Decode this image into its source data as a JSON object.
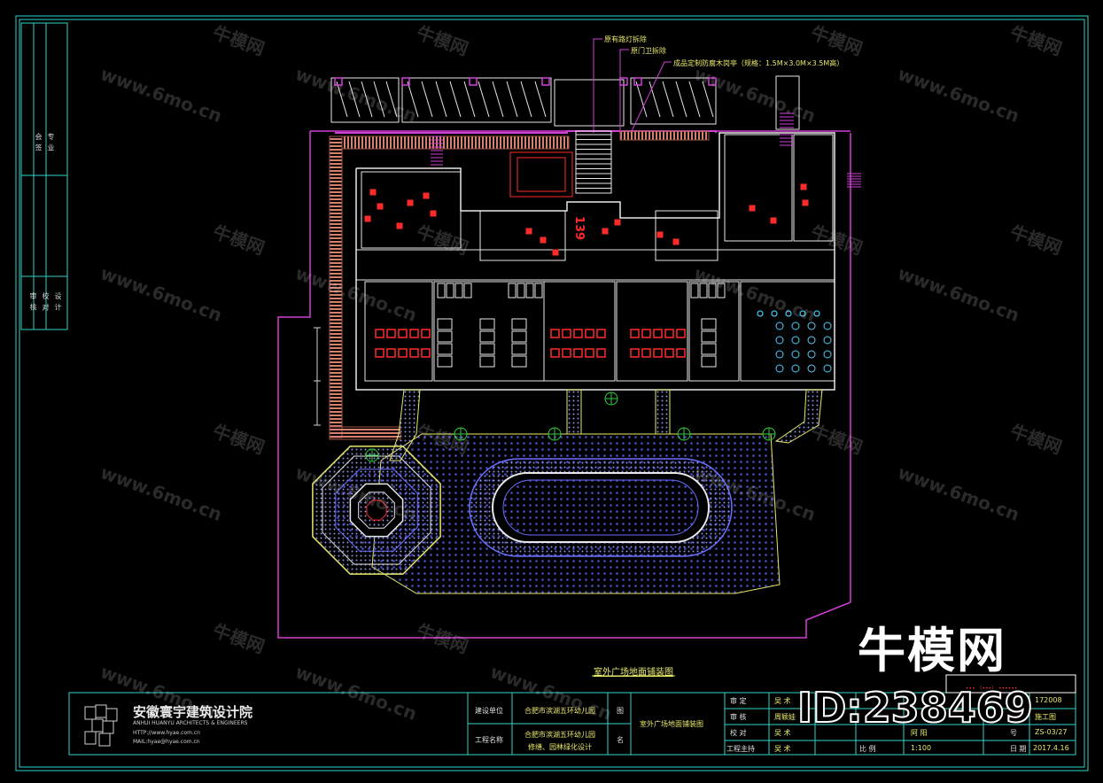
{
  "drawing_title": "室外广场地面铺装图",
  "annotations": {
    "a1": "原有路灯拆除",
    "a2": "原门卫拆除",
    "a3": "成品定制防腐木岗亭（规格：1.5M×3.0M×3.5M高）",
    "room_number": "139"
  },
  "sidebar_labels": [
    "专 业",
    "会 签",
    "设 计",
    "校 对",
    "审 核"
  ],
  "title_block": {
    "company_cn": "安徽寰宇建筑设计院",
    "company_en": "ANHUI HUANYU ARCHITECTS & ENGINEERS",
    "website": "HTTP://www.hyae.com.cn",
    "email": "MAIL:hyae@hyae.com.cn",
    "client_label": "建设单位",
    "client_value": "合肥市滨湖五环幼儿园",
    "project_label": "工程名称",
    "project_value_1": "合肥市滨湖五环幼儿园",
    "project_value_2": "修缮、园林绿化设计",
    "figure_label": "图",
    "figure_label_2": "名",
    "figure_name": "室外广场地面铺装图",
    "rows": [
      {
        "k1": "审 定",
        "v1": "吴 术",
        "k2": "",
        "v2": "",
        "k3": "",
        "v3": "172008"
      },
      {
        "k1": "审 核",
        "v1": "周颖娃",
        "k2": "",
        "v2": "",
        "k3": "",
        "v3": "施工图"
      },
      {
        "k1": "校 对",
        "v1": "吴 术",
        "k2": "",
        "v2": "阿 阳",
        "k3": "号",
        "v3": "ZS-03/27"
      },
      {
        "k1": "工程主持",
        "v1": "吴 术",
        "k2": "比 例",
        "v2": "1:100",
        "k3": "日 期",
        "v3": "2017.4.16"
      }
    ],
    "red_notes": [
      "••• （•••） ••••••"
    ]
  },
  "watermark": {
    "brand": "牛模网",
    "site": "www.6mo.cn",
    "id": "ID:238469"
  },
  "colors": {
    "frame": "#2fd6c8",
    "magenta": "#d13fd6",
    "red": "#ff2a2a",
    "white": "#e8e8e8",
    "yellow": "#e8e86a",
    "paving": "#4a4fc8",
    "salmon": "#d88070",
    "green": "#2fcf3a"
  }
}
